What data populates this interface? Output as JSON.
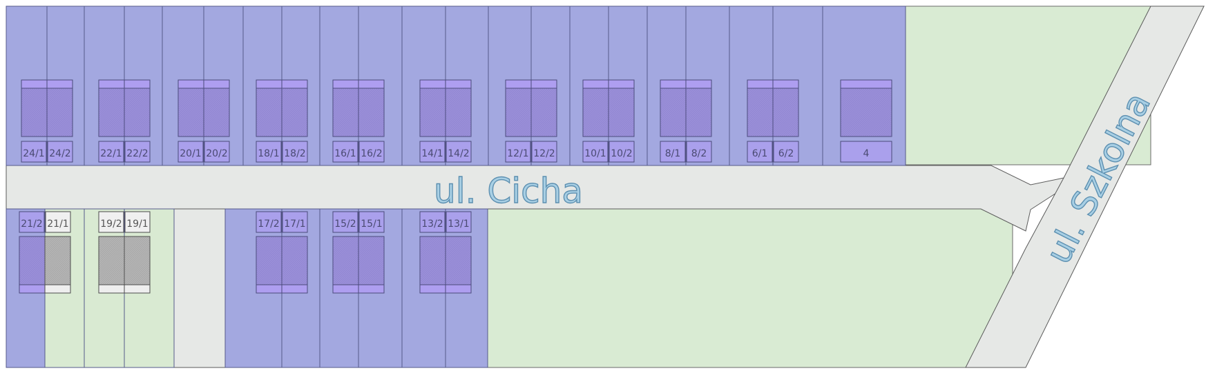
{
  "streets": {
    "main": "ul. Cicha",
    "side": "ul. Szkolna"
  },
  "colors": {
    "reserved": "#a3a8e0",
    "available": "#d9ead2",
    "road": "#e6e8e6",
    "house": "#9a8fd8"
  },
  "north_plots": [
    {
      "label": "24/1",
      "status": "reserved"
    },
    {
      "label": "24/2",
      "status": "reserved"
    },
    {
      "label": "22/1",
      "status": "reserved"
    },
    {
      "label": "22/2",
      "status": "reserved"
    },
    {
      "label": "20/1",
      "status": "reserved"
    },
    {
      "label": "20/2",
      "status": "reserved"
    },
    {
      "label": "18/1",
      "status": "reserved"
    },
    {
      "label": "18/2",
      "status": "reserved"
    },
    {
      "label": "16/1",
      "status": "reserved"
    },
    {
      "label": "16/2",
      "status": "reserved"
    },
    {
      "label": "14/1",
      "status": "reserved"
    },
    {
      "label": "14/2",
      "status": "reserved"
    },
    {
      "label": "12/1",
      "status": "reserved"
    },
    {
      "label": "12/2",
      "status": "reserved"
    },
    {
      "label": "10/1",
      "status": "reserved"
    },
    {
      "label": "10/2",
      "status": "reserved"
    },
    {
      "label": "8/1",
      "status": "reserved"
    },
    {
      "label": "8/2",
      "status": "reserved"
    },
    {
      "label": "6/1",
      "status": "reserved"
    },
    {
      "label": "6/2",
      "status": "reserved"
    },
    {
      "label": "4",
      "status": "reserved"
    }
  ],
  "south_plots": [
    {
      "label": "21/2",
      "status": "reserved"
    },
    {
      "label": "21/1",
      "status": "available"
    },
    {
      "label": "19/2",
      "status": "available"
    },
    {
      "label": "19/1",
      "status": "available"
    },
    {
      "label": "17/2",
      "status": "reserved"
    },
    {
      "label": "17/1",
      "status": "reserved"
    },
    {
      "label": "15/2",
      "status": "reserved"
    },
    {
      "label": "15/1",
      "status": "reserved"
    },
    {
      "label": "13/2",
      "status": "reserved"
    },
    {
      "label": "13/1",
      "status": "reserved"
    }
  ]
}
